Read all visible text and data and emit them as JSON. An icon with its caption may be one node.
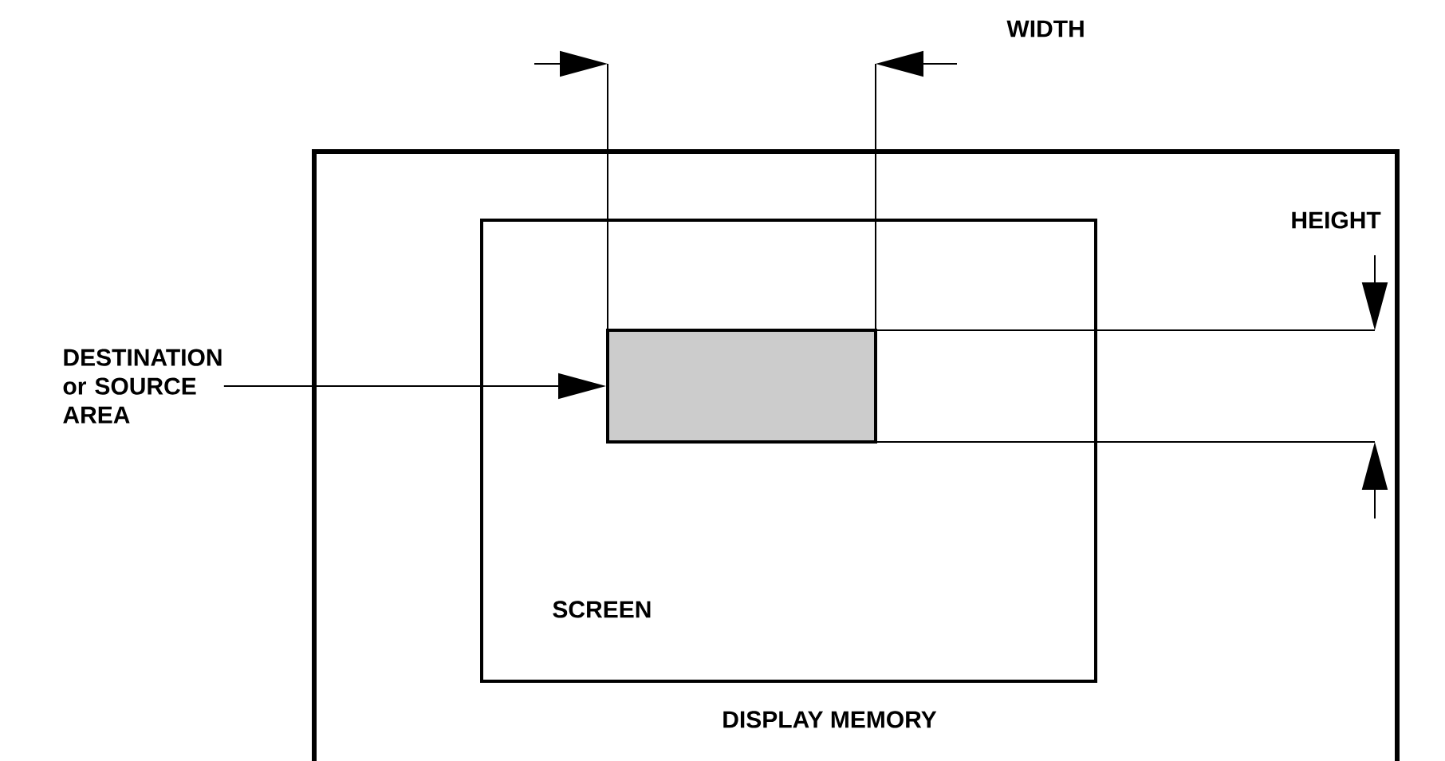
{
  "diagram": {
    "nodes": [
      {
        "text": [
          "DISPLAY MEMORY"
        ]
      },
      {
        "text": [
          "SCREEN"
        ],
        "in": 0
      },
      {
        "text": [],
        "shape": "box",
        "in": 1
      },
      {
        "text": [
          "DESTINATION or SOURCE AREA"
        ]
      }
    ],
    "edges": [
      {
        "from": 3,
        "to": 2,
        "arrow": "to"
      }
    ],
    "labels": [
      "WIDTH",
      "HEIGHT"
    ]
  }
}
